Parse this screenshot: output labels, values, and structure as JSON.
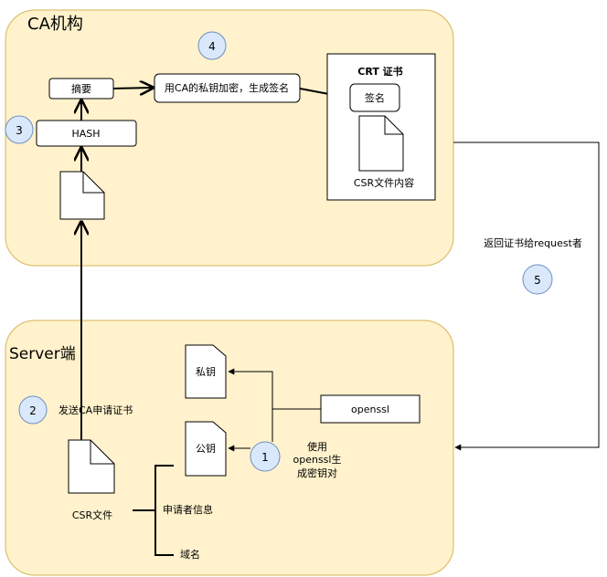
{
  "ca": {
    "title": "CA机构",
    "step_badge": "4",
    "hash_badge": "3",
    "hash_label": "HASH",
    "digest_label": "摘要",
    "encrypt_label": "用CA的私钥加密，生成签名",
    "crt_title": "CRT 证书",
    "signature_label": "签名",
    "csr_content_label": "CSR文件内容"
  },
  "return": {
    "label": "返回证书给request者",
    "badge": "5"
  },
  "server": {
    "title": "Server端",
    "send_badge": "2",
    "send_label": "发送CA申请证书",
    "private_key_label": "私钥",
    "public_key_label": "公钥",
    "openssl_label": "openssl",
    "gen_badge": "1",
    "gen_label_line1": "使用",
    "gen_label_line2": "openssl生",
    "gen_label_line3": "成密钥对",
    "csr_file_label": "CSR文件",
    "applicant_info_label": "申请者信息",
    "domain_label": "域名"
  },
  "colors": {
    "panel_fill": "#fff2cc",
    "panel_stroke": "#d6b656",
    "badge_fill": "#dae8fc",
    "badge_stroke": "#6c8ebf"
  }
}
